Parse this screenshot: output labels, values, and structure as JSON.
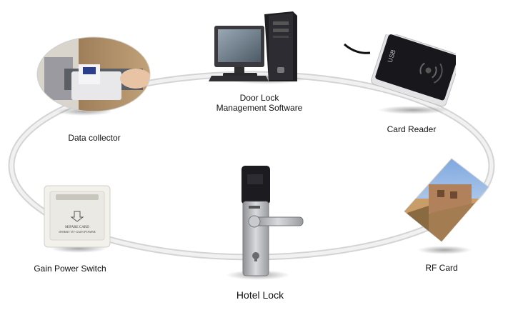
{
  "nodes": {
    "software": {
      "label_line1": "Door Lock",
      "label_line2": "Management Software"
    },
    "collector": {
      "label": "Data collector"
    },
    "reader": {
      "label": "Card Reader",
      "device_text": "USB"
    },
    "switch": {
      "label": "Gain Power Switch",
      "device_text_1": "MIFARE CARD",
      "device_text_2": "INSERT TO GAIN POWER"
    },
    "lock": {
      "label": "Hotel Lock"
    },
    "card": {
      "label": "RF Card"
    }
  },
  "colors": {
    "ring": "#e6e6e6",
    "ring_edge": "#d2d2d2",
    "text": "#111111"
  }
}
